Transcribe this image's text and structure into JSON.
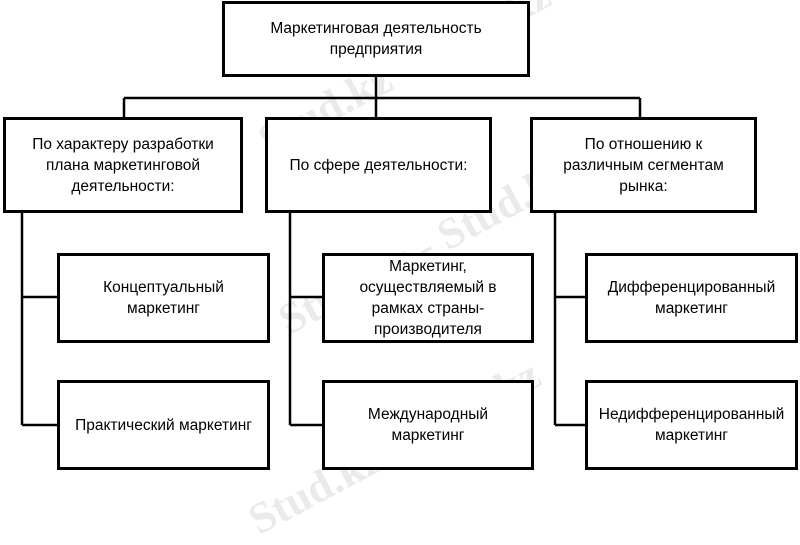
{
  "root": {
    "label": "Маркетинговая деятельность\nпредприятия"
  },
  "categories": [
    {
      "label": "По характеру разработки\nплана маркетинговой\nдеятельности:",
      "children": [
        "Концептуальный\nмаркетинг",
        "Практический маркетинг"
      ]
    },
    {
      "label": "По сфере деятельности:",
      "children": [
        "Маркетинг,\nосуществляемый в\nрамках страны-\nпроизводителя",
        "Международный\nмаркетинг"
      ]
    },
    {
      "label": "По отношению к\nразличным сегментам\nрынка:",
      "children": [
        "Дифференцированный\nмаркетинг",
        "Недифференцированный\nмаркетинг"
      ]
    }
  ],
  "watermark": {
    "text": "Stud.kz - Stud.kz"
  },
  "colors": {
    "line": "#000000",
    "box_border": "#000000",
    "background": "#ffffff"
  }
}
